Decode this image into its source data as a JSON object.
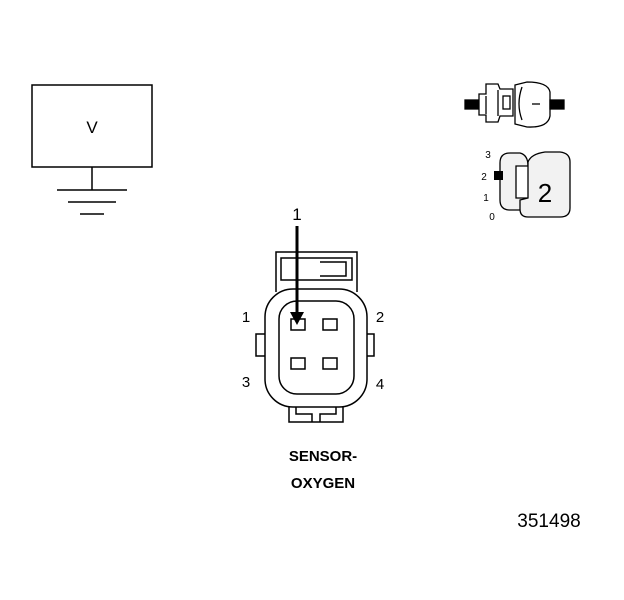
{
  "meter": {
    "label": "V"
  },
  "connector": {
    "callout": "1",
    "pins": [
      "1",
      "2",
      "3",
      "4"
    ],
    "caption_line1": "SENSOR-",
    "caption_line2": "OXYGEN"
  },
  "probe": {
    "positions": [
      "3",
      "2",
      "1",
      "0"
    ],
    "number": "2"
  },
  "figure_id": "351498",
  "colors": {
    "ink": "#000000",
    "background": "#ffffff",
    "probe_fill": "#f2f2f2"
  }
}
